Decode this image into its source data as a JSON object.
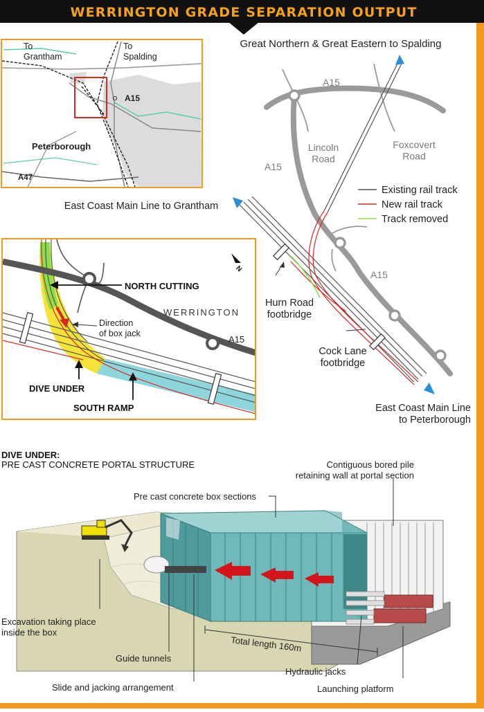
{
  "header": {
    "title": "WERRINGTON GRADE SEPARATION OUTPUT"
  },
  "colors": {
    "header_bg": "#111111",
    "header_text": "#f3a21a",
    "frame_orange": "#f39a1e",
    "existing_track": "#555555",
    "new_track": "#d42a20",
    "track_removed": "#8be04a",
    "dive_under_fill": "#f6e33a",
    "south_ramp_fill": "#8fd6dc",
    "box_teal": "#6fb9bb",
    "ground": "#e6e3c3",
    "jack_red": "#b84a4a",
    "arrow_red": "#d4161a",
    "arrow_blue": "#2b8fd6"
  },
  "locator_map": {
    "labels": {
      "to_grantham": "To\nGrantham",
      "to_spalding": "To\nSpalding",
      "a15": "A15",
      "peterborough": "Peterborough",
      "a47": "A47"
    }
  },
  "main_map": {
    "labels": {
      "gn_ge": "Great Northern & Great Eastern to Spalding",
      "a15_top": "A15",
      "a15_left": "A15",
      "a15_right": "A15",
      "lincoln_road": "Lincoln\nRoad",
      "foxcovert_road": "Foxcovert\nRoad",
      "ecml_grantham": "East Coast Main Line to Grantham",
      "hurn_road": "Hurn Road\nfootbridge",
      "cock_lane": "Cock Lane\nfootbridge",
      "ecml_peterborough": "East Coast Main Line\nto Peterborough"
    },
    "legend": [
      {
        "label": "Existing rail track",
        "color": "#555555",
        "icon": "line-swatch"
      },
      {
        "label": "New rail track",
        "color": "#d42a20",
        "icon": "line-swatch"
      },
      {
        "label": "Track removed",
        "color": "#8be04a",
        "icon": "line-swatch"
      }
    ]
  },
  "inset_map": {
    "labels": {
      "north_cutting": "NORTH CUTTING",
      "direction_box_jack": "Direction\nof box jack",
      "werrington": "WERRINGTON",
      "a15": "A15",
      "dive_under": "DIVE UNDER",
      "south_ramp": "SOUTH RAMP",
      "north_marker": "N"
    }
  },
  "cross_section": {
    "title": "DIVE UNDER:",
    "subtitle": "PRE CAST CONCRETE PORTAL STRUCTURE",
    "labels": {
      "contiguous": "Contiguous bored pile\nretaining wall at portal section",
      "precast_box": "Pre cast concrete box sections",
      "excavation": "Excavation taking place\ninside the box",
      "guide_tunnels": "Guide tunnels",
      "slide_jacking": "Slide and jacking arrangement",
      "total_length": "Total length 160m",
      "hydraulic_jacks": "Hydraulic jacks",
      "launching_platform": "Launching platform"
    }
  }
}
